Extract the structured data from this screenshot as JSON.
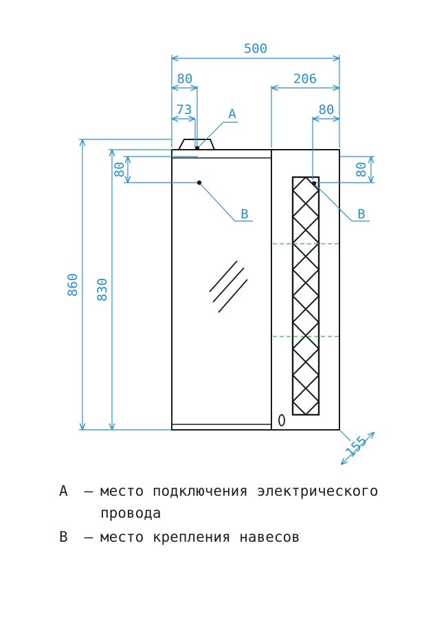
{
  "dimensions": {
    "total_width": "500",
    "left_hang_offset": "80",
    "left_wire_offset": "73",
    "right_section_width": "206",
    "right_hang_offset": "80",
    "total_height": "860",
    "body_height": "830",
    "left_vertical_offset": "80",
    "right_vertical_offset": "80",
    "depth": "155"
  },
  "markers": {
    "a": "A",
    "b_left": "B",
    "b_right": "B"
  },
  "legend": [
    {
      "key": "A",
      "dash": "–",
      "text": "место подключения электрического"
    },
    {
      "key": "",
      "dash": "",
      "text": "провода"
    },
    {
      "key": "B",
      "dash": "–",
      "text": "место крепления навесов"
    }
  ],
  "colors": {
    "dimension": "#2a8fc9",
    "outline": "#1a1a1a",
    "shelf_marks": "#5bbf5b"
  }
}
